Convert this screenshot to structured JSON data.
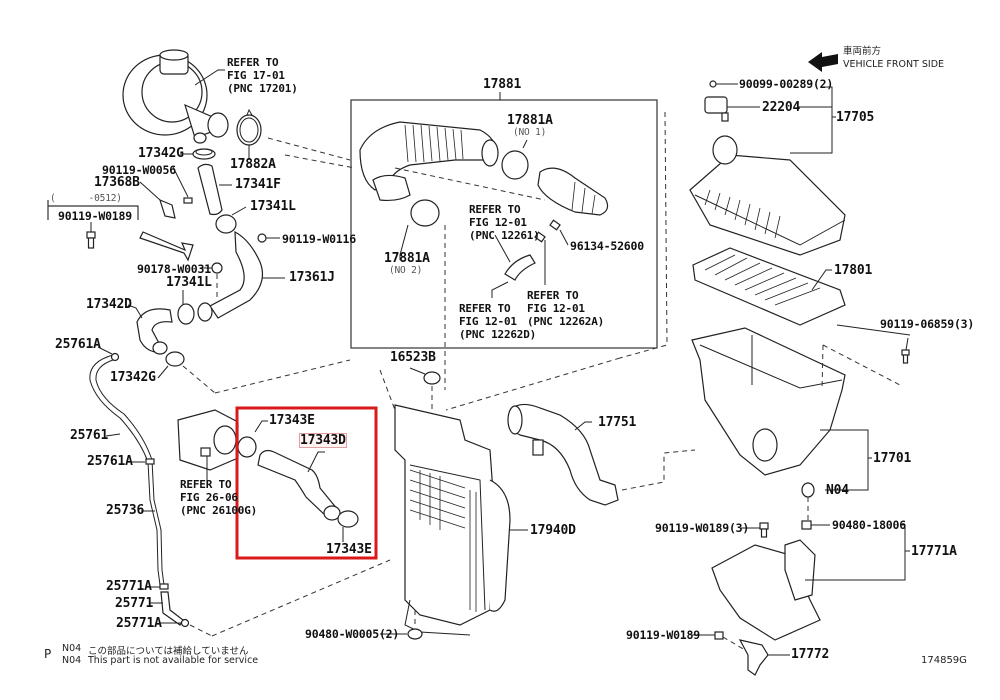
{
  "title": "Intake air duct / intercooler parts diagram",
  "figure_id": "174859G",
  "vehicle_front": {
    "jp": "車両前方",
    "en": "VEHICLE FRONT SIDE"
  },
  "highlight": {
    "part": "17343D",
    "color": "#d81a1a"
  },
  "labels": {
    "ref_17201": "REFER TO\nFIG 17-01\n(PNC 17201)",
    "p17882A": "17882A",
    "p17342G_a": "17342G",
    "p90119_W0056": "90119-W0056",
    "p17368B": "17368B",
    "p17341F": "17341F",
    "p17341L_a": "17341L",
    "bracket_range": "(      -0512)",
    "p90119_W0189_box": "90119-W0189",
    "p90119_W0116": "90119-W0116",
    "p90178_W0031": "90178-W0031",
    "p17341L_b": "17341L",
    "p17361J": "17361J",
    "p17342D": "17342D",
    "p25761A_a": "25761A",
    "p17342G_b": "17342G",
    "p25761": "25761",
    "p25761A_b": "25761A",
    "p25736": "25736",
    "p25771A_a": "25771A",
    "p25771": "25771",
    "p25771A_b": "25771A",
    "ref_26100G": "REFER TO\nFIG 26-06\n(PNC 26100G)",
    "p17343E_a": "17343E",
    "p17343D": "17343D",
    "p17343E_b": "17343E",
    "p17881": "17881",
    "p17881A_1": "17881A",
    "no1": "(NO 1)",
    "p17881A_2": "17881A",
    "no2": "(NO 2)",
    "ref_12261": "REFER TO\nFIG 12-01\n(PNC 12261)",
    "p96134_52600": "96134-52600",
    "ref_12262A": "REFER TO\nFIG 12-01\n(PNC 12262A)",
    "ref_12262D": "REFER TO\nFIG 12-01\n(PNC 12262D)",
    "p16523B": "16523B",
    "p17751": "17751",
    "p17940D": "17940D",
    "p90480_W0005": "90480-W0005(2)",
    "p90099_00289": "90099-00289(2)",
    "p22204": "22204",
    "p17705": "17705",
    "p17801": "17801",
    "p90119_06859": "90119-06859(3)",
    "p17701": "17701",
    "pN04": "N04",
    "p90119_W0189_3": "90119-W0189(3)",
    "p90480_18006": "90480-18006",
    "p17771A": "17771A",
    "p90119_W0189": "90119-W0189",
    "p17772": "17772"
  },
  "notes": {
    "marker": "P",
    "code_jp": "N04",
    "text_jp": "この部品については補給していません",
    "code_en": "N04",
    "text_en": "This part is not available for service"
  }
}
